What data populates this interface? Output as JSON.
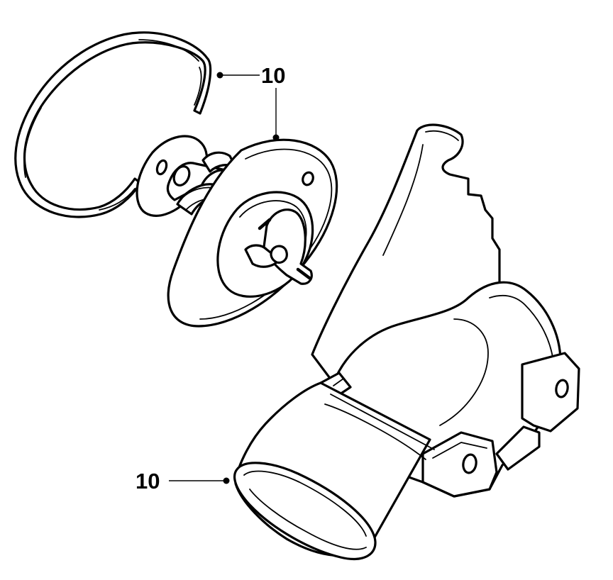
{
  "callouts": [
    {
      "id": "o-ring",
      "label": "10"
    },
    {
      "id": "thermostat-flange",
      "label": "10"
    },
    {
      "id": "outlet-pipe",
      "label": "10"
    }
  ],
  "colors": {
    "ink": "#000000",
    "paper": "#ffffff"
  }
}
